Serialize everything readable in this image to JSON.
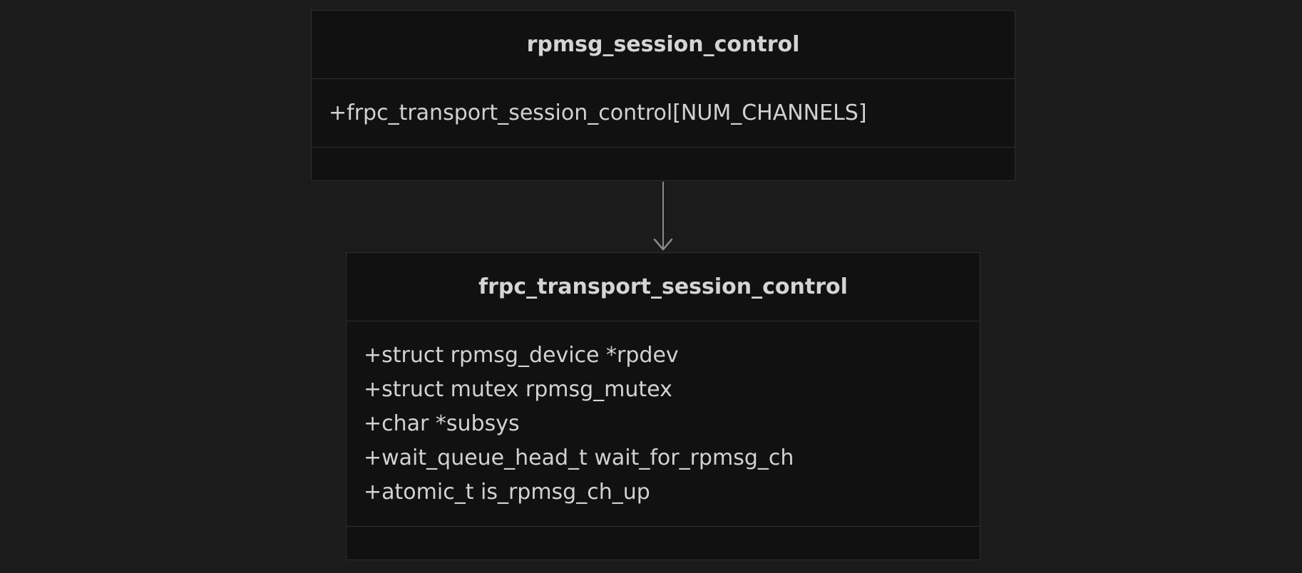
{
  "classes": [
    {
      "name": "rpmsg_session_control",
      "attributes": [
        "+frpc_transport_session_control[NUM_CHANNELS]"
      ],
      "methods": []
    },
    {
      "name": "frpc_transport_session_control",
      "attributes": [
        "+struct rpmsg_device *rpdev",
        "+struct mutex rpmsg_mutex",
        "+char *subsys",
        "+wait_queue_head_t wait_for_rpmsg_ch",
        "+atomic_t is_rpmsg_ch_up"
      ],
      "methods": []
    }
  ],
  "relations": [
    {
      "from": "rpmsg_session_control",
      "to": "frpc_transport_session_control",
      "type": "association-arrow"
    }
  ],
  "colors": {
    "background": "#1b1b1b",
    "box_fill": "#111111",
    "box_border": "#2f2f2f",
    "text": "#d2d2d2",
    "connector": "#8a8a8a"
  }
}
